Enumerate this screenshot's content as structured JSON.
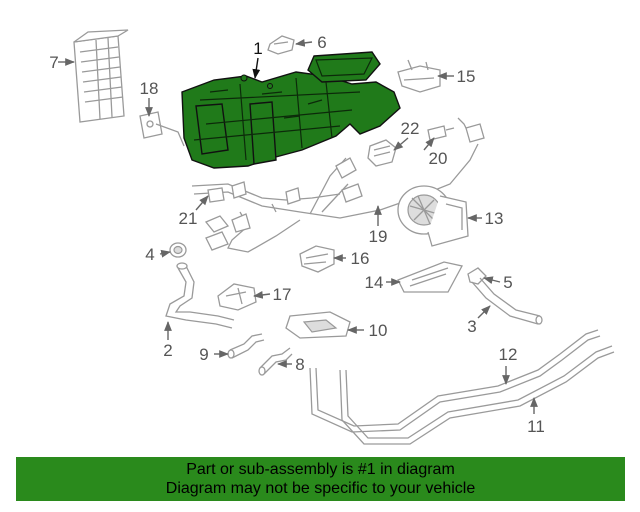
{
  "colors": {
    "highlight": "#207a1a",
    "banner": "#2a8a1c",
    "line": "#9a9a9a"
  },
  "callouts": {
    "c1": "1",
    "c2": "2",
    "c3": "3",
    "c4": "4",
    "c5": "5",
    "c6": "6",
    "c7": "7",
    "c8": "8",
    "c9": "9",
    "c10": "10",
    "c11": "11",
    "c12": "12",
    "c13": "13",
    "c14": "14",
    "c15": "15",
    "c16": "16",
    "c17": "17",
    "c18": "18",
    "c19": "19",
    "c20": "20",
    "c21": "21",
    "c22": "22"
  },
  "banner": {
    "line1": "Part or sub-assembly is #1 in diagram",
    "line2": "Diagram may not be specific to your vehicle"
  }
}
